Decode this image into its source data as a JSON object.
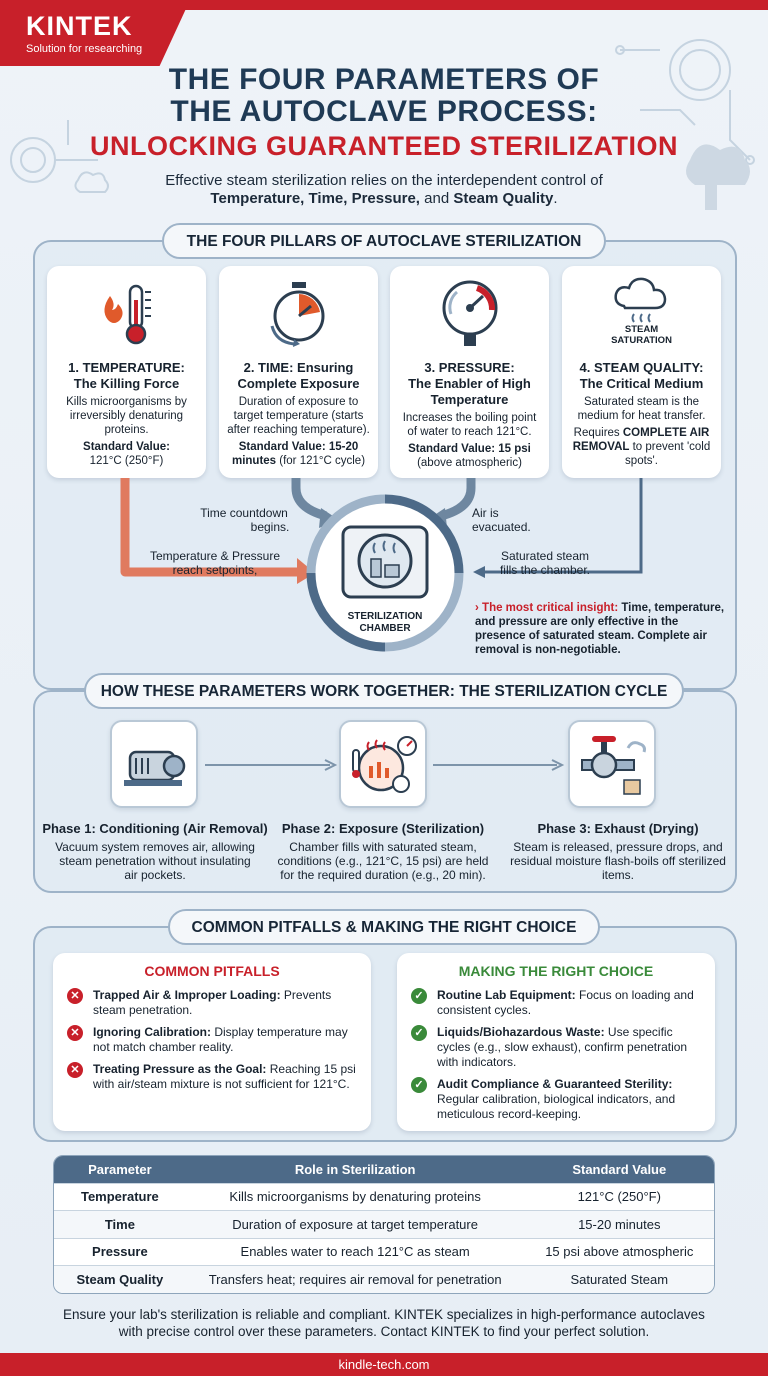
{
  "brand": {
    "name": "KINTEK",
    "tagline": "Solution for researching"
  },
  "title": {
    "line1": "THE FOUR PARAMETERS OF",
    "line2": "THE AUTOCLAVE PROCESS:",
    "line3": "UNLOCKING GUARANTEED STERILIZATION"
  },
  "intro": {
    "line1": "Effective steam sterilization relies on the interdependent control of",
    "bold1": "Temperature, Time, Pressure,",
    "and": " and ",
    "bold2": "Steam Quality",
    "end": "."
  },
  "pillars": {
    "heading": "THE FOUR PILLARS OF AUTOCLAVE STERILIZATION",
    "cards": [
      {
        "title1": "1. TEMPERATURE:",
        "title2": "The Killing Force",
        "body": "Kills microorganisms by irreversibly denaturing proteins.",
        "std_label": "Standard Value:",
        "std_value": "121°C (250°F)",
        "icon": "thermometer-flame-icon"
      },
      {
        "title1": "2. TIME: Ensuring",
        "title2": "Complete Exposure",
        "body": "Duration of exposure to target temperature (starts after reaching temperature).",
        "std_label": "Standard Value: 15-20",
        "std_value": "minutes",
        "std_extra": " (for 121°C cycle)",
        "icon": "stopwatch-icon"
      },
      {
        "title1": "3. PRESSURE:",
        "title2": "The Enabler of High",
        "title3": "Temperature",
        "body": "Increases the boiling point of water to reach 121°C.",
        "std_label": "Standard Value: 15 psi",
        "std_value": "(above atmospheric)",
        "icon": "pressure-gauge-icon"
      },
      {
        "title1": "4. STEAM QUALITY:",
        "title2": "The Critical Medium",
        "body": "Saturated steam is the medium for heat transfer.",
        "req1": "Requires ",
        "req_bold": "COMPLETE AIR REMOVAL",
        "req2": " to prevent 'cold spots'.",
        "icon_label1": "STEAM",
        "icon_label2": "SATURATION",
        "icon": "steam-cloud-icon"
      }
    ],
    "flow": {
      "time_countdown": "Time countdown",
      "begins": "begins.",
      "air_is": "Air is",
      "evacuated": "evacuated.",
      "temp_pressure": "Temperature & Pressure",
      "reach_setpoints": "reach setpoints,",
      "saturated_steam": "Saturated steam",
      "fills_chamber": "fills the chamber.",
      "chamber_label1": "STERILIZATION",
      "chamber_label2": "CHAMBER"
    },
    "insight": {
      "lead": "The most critical insight:",
      "text": " Time, temperature, and pressure are only effective in the presence of saturated steam. Complete air removal is non-negotiable."
    }
  },
  "cycle": {
    "heading": "HOW THESE PARAMETERS WORK TOGETHER: THE STERILIZATION CYCLE",
    "phases": [
      {
        "title": "Phase 1: Conditioning (Air Removal)",
        "desc": "Vacuum system removes air, allowing steam penetration without insulating air pockets."
      },
      {
        "title": "Phase 2: Exposure (Sterilization)",
        "desc": "Chamber fills with saturated steam, conditions (e.g., 121°C, 15 psi) are held for the required duration (e.g., 20 min)."
      },
      {
        "title": "Phase 3: Exhaust (Drying)",
        "desc": "Steam is released, pressure drops, and residual moisture flash-boils off sterilized items."
      }
    ]
  },
  "pitfalls": {
    "heading": "COMMON PITFALLS & MAKING THE RIGHT CHOICE",
    "left_title": "COMMON PITFALLS",
    "left_items": [
      {
        "bold": "Trapped Air & Improper Loading:",
        "text": " Prevents steam penetration."
      },
      {
        "bold": "Ignoring Calibration:",
        "text": " Display temperature may not match chamber reality."
      },
      {
        "bold": "Treating Pressure as the Goal:",
        "text": " Reaching 15 psi with air/steam mixture is not sufficient for 121°C."
      }
    ],
    "right_title": "MAKING THE RIGHT CHOICE",
    "right_items": [
      {
        "bold": "Routine Lab Equipment:",
        "text": " Focus on loading and consistent cycles."
      },
      {
        "bold": "Liquids/Biohazardous Waste:",
        "text": " Use specific cycles (e.g., slow exhaust), confirm penetration with indicators."
      },
      {
        "bold": "Audit Compliance & Guaranteed Sterility:",
        "text": " Regular calibration, biological indicators, and meticulous record-keeping."
      }
    ],
    "colors": {
      "bad": "#c8202a",
      "good": "#3a8a3a"
    }
  },
  "table": {
    "headers": [
      "Parameter",
      "Role in Sterilization",
      "Standard Value"
    ],
    "rows": [
      [
        "Temperature",
        "Kills microorganisms by denaturing proteins",
        "121°C (250°F)"
      ],
      [
        "Time",
        "Duration of exposure at target temperature",
        "15-20 minutes"
      ],
      [
        "Pressure",
        "Enables water to reach 121°C as steam",
        "15 psi above atmospheric"
      ],
      [
        "Steam Quality",
        "Transfers heat; requires air removal for penetration",
        "Saturated Steam"
      ]
    ]
  },
  "footer": {
    "line1": "Ensure your lab's sterilization is reliable and compliant. KINTEK specializes in high-performance autoclaves",
    "line2": "with precise control over these parameters. Contact KINTEK to find your perfect solution.",
    "url": "kindle-tech.com"
  },
  "colors": {
    "brand_red": "#c8202a",
    "navy": "#1f3a55",
    "arrow_orange": "#e07a5f",
    "arrow_blue": "#5d7893"
  }
}
